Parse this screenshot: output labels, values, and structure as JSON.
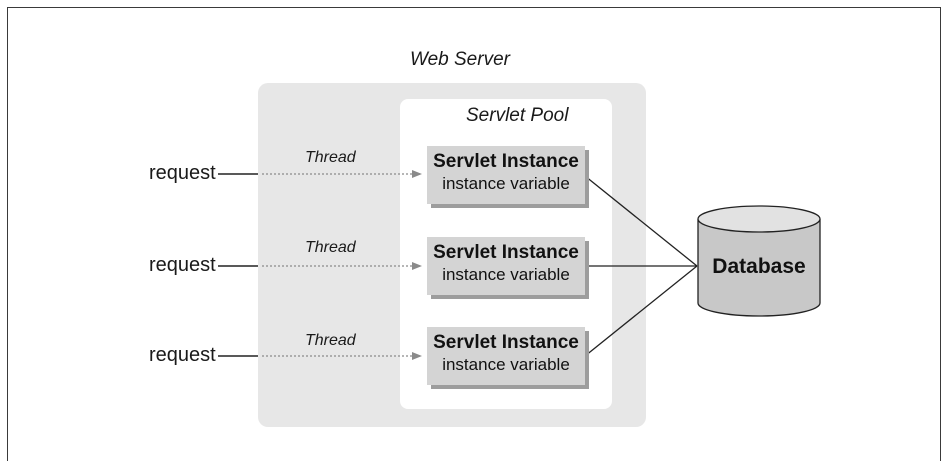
{
  "web_server": {
    "title": "Web Server"
  },
  "servlet_pool": {
    "title": "Servlet Pool"
  },
  "rows": [
    {
      "request": "request",
      "thread": "Thread",
      "instance": "Servlet Instance",
      "variable": "instance variable"
    },
    {
      "request": "request",
      "thread": "Thread",
      "instance": "Servlet Instance",
      "variable": "instance variable"
    },
    {
      "request": "request",
      "thread": "Thread",
      "instance": "Servlet Instance",
      "variable": "instance variable"
    }
  ],
  "database": {
    "label": "Database"
  }
}
